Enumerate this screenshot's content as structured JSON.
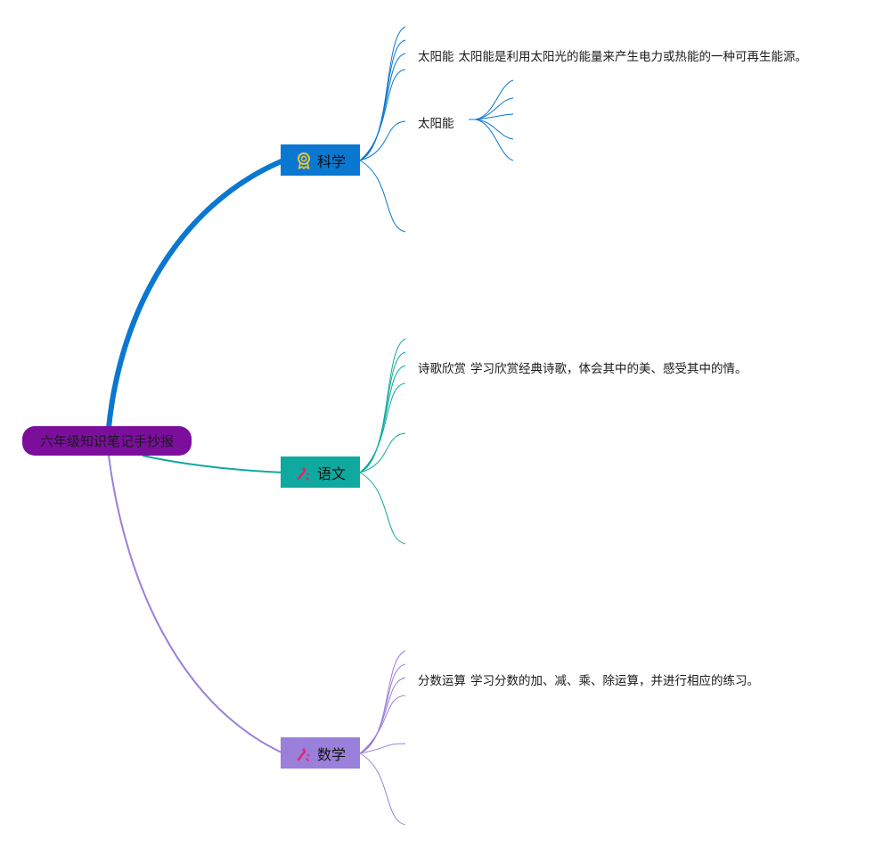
{
  "root": {
    "label": "六年级知识笔记手抄报",
    "color": "#7b0f9c"
  },
  "branches": [
    {
      "id": "science",
      "label": "科学",
      "color": "#0a78d1",
      "icon": "ribbon-award-icon",
      "leaves": [
        {
          "title": "太阳能",
          "text": "太阳能是利用太阳光的能量来产生电力或热能的一种可再生能源。"
        },
        {
          "title": "太阳能",
          "text": ""
        }
      ]
    },
    {
      "id": "chinese",
      "label": "语文",
      "color": "#0fa9a0",
      "icon": "sparkle-wand-icon",
      "leaves": [
        {
          "title": "诗歌欣赏",
          "text": "学习欣赏经典诗歌，体会其中的美、感受其中的情。"
        }
      ]
    },
    {
      "id": "math",
      "label": "数学",
      "color": "#9a7fdb",
      "icon": "sparkle-wand-icon",
      "leaves": [
        {
          "title": "分数运算",
          "text": "学习分数的加、减、乘、除运算，并进行相应的练习。"
        }
      ]
    }
  ]
}
